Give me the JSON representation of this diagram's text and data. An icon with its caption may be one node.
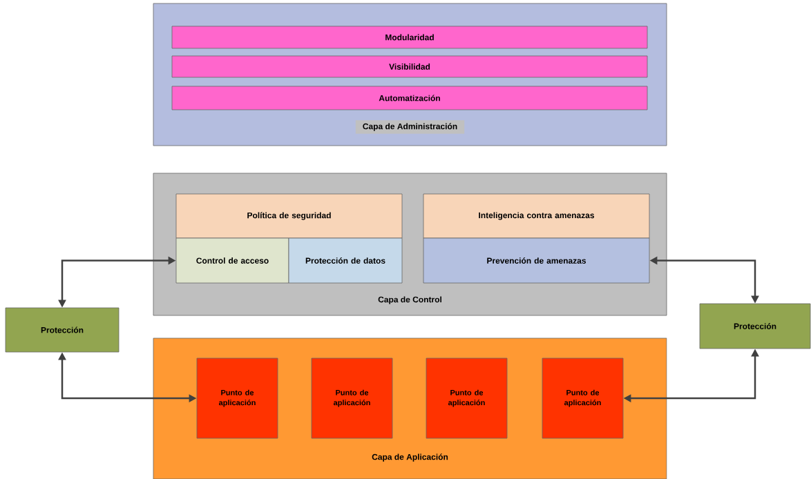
{
  "diagram": {
    "nodes": [
      {
        "text": [
          "Capa de Administración"
        ]
      },
      {
        "text": [
          "Modularidad"
        ],
        "in": 0
      },
      {
        "text": [
          "Visibilidad"
        ],
        "in": 0
      },
      {
        "text": [
          "Automatización"
        ],
        "in": 0
      },
      {
        "text": [
          "Capa de Control"
        ]
      },
      {
        "text": [
          "Política de seguridad"
        ],
        "in": 4
      },
      {
        "text": [
          "Control de acceso"
        ],
        "in": 4
      },
      {
        "text": [
          "Protección de datos"
        ],
        "in": 4
      },
      {
        "text": [
          "Inteligencia contra amenazas"
        ],
        "in": 4
      },
      {
        "text": [
          "Prevención de amenazas"
        ],
        "in": 4
      },
      {
        "text": [
          "Protección"
        ]
      },
      {
        "text": [
          "Capa de Aplicación"
        ]
      },
      {
        "text": [
          "Punto de aplicación"
        ],
        "in": 11
      },
      {
        "text": [
          "Punto de aplicación"
        ],
        "in": 11
      },
      {
        "text": [
          "Punto de aplicación"
        ],
        "in": 11
      },
      {
        "text": [
          "Punto de aplicación"
        ],
        "in": 11
      },
      {
        "text": [
          "Protección"
        ]
      }
    ],
    "edges": [
      {
        "from": 10,
        "to": 6,
        "arrow": "both"
      },
      {
        "from": 10,
        "to": 12,
        "arrow": "both"
      },
      {
        "from": 16,
        "to": 9,
        "arrow": "both"
      },
      {
        "from": 16,
        "to": 15,
        "arrow": "both"
      }
    ]
  }
}
